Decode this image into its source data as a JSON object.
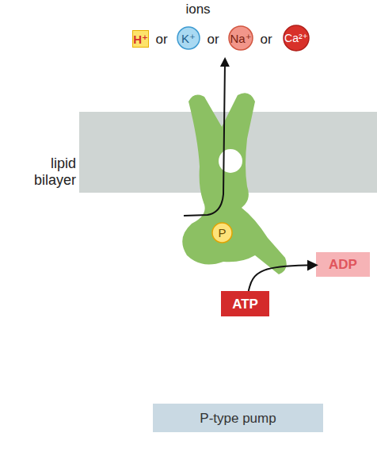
{
  "diagram": {
    "nodes": [
      {
        "text": [
          "H⁺"
        ]
      },
      {
        "text": [
          "K⁺"
        ]
      },
      {
        "text": [
          "Na⁺"
        ]
      },
      {
        "text": [
          "Ca²⁺"
        ]
      },
      {
        "text": [
          "P"
        ]
      },
      {
        "text": [
          "ADP"
        ]
      },
      {
        "text": [
          "ATP"
        ]
      },
      {
        "text": [
          "P-type pump"
        ]
      }
    ],
    "edges": [
      {
        "from": 6,
        "to": 5,
        "arrow": "to"
      }
    ],
    "labels": [
      "ions",
      "or",
      "or",
      "or",
      "lipid bilayer"
    ]
  }
}
